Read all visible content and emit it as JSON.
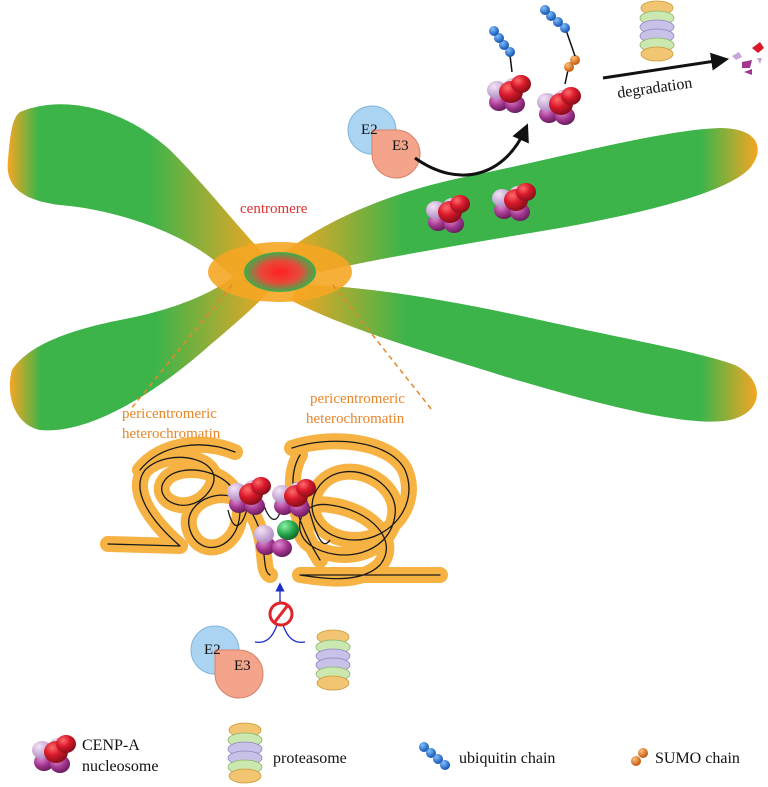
{
  "labels": {
    "centromere": "centromere",
    "pericentromeric_left_line1": "pericentromeric",
    "pericentromeric_left_line2": "heterochromatin",
    "pericentromeric_right_line1": "pericentromeric",
    "pericentromeric_right_line2": "heterochromatin",
    "degradation": "degradation",
    "e2_top": "E2",
    "e3_top": "E3",
    "e2_bottom": "E2",
    "e3_bottom": "E3"
  },
  "legend": {
    "cenpa_line1": "CENP-A",
    "cenpa_line2": "nucleosome",
    "proteasome": "proteasome",
    "ubiquitin": "ubiquitin chain",
    "sumo": "SUMO chain"
  },
  "colors": {
    "chromosome_green": "#3cb44a",
    "chromosome_orange": "#f5a623",
    "centromere_red": "#e8202a",
    "label_red": "#e03030",
    "label_orange": "#e8862a",
    "nucleosome_red": "#d9192b",
    "nucleosome_purple": "#a2368f",
    "nucleosome_lavender": "#c9a6d6",
    "ubiquitin_blue": "#1e6fd0",
    "sumo_orange": "#e57b1f",
    "e2_blue": "#aad4f2",
    "e3_salmon": "#f4a48a",
    "inhibit_red": "#e0242a",
    "arrow_blue": "#1a2ec9"
  }
}
